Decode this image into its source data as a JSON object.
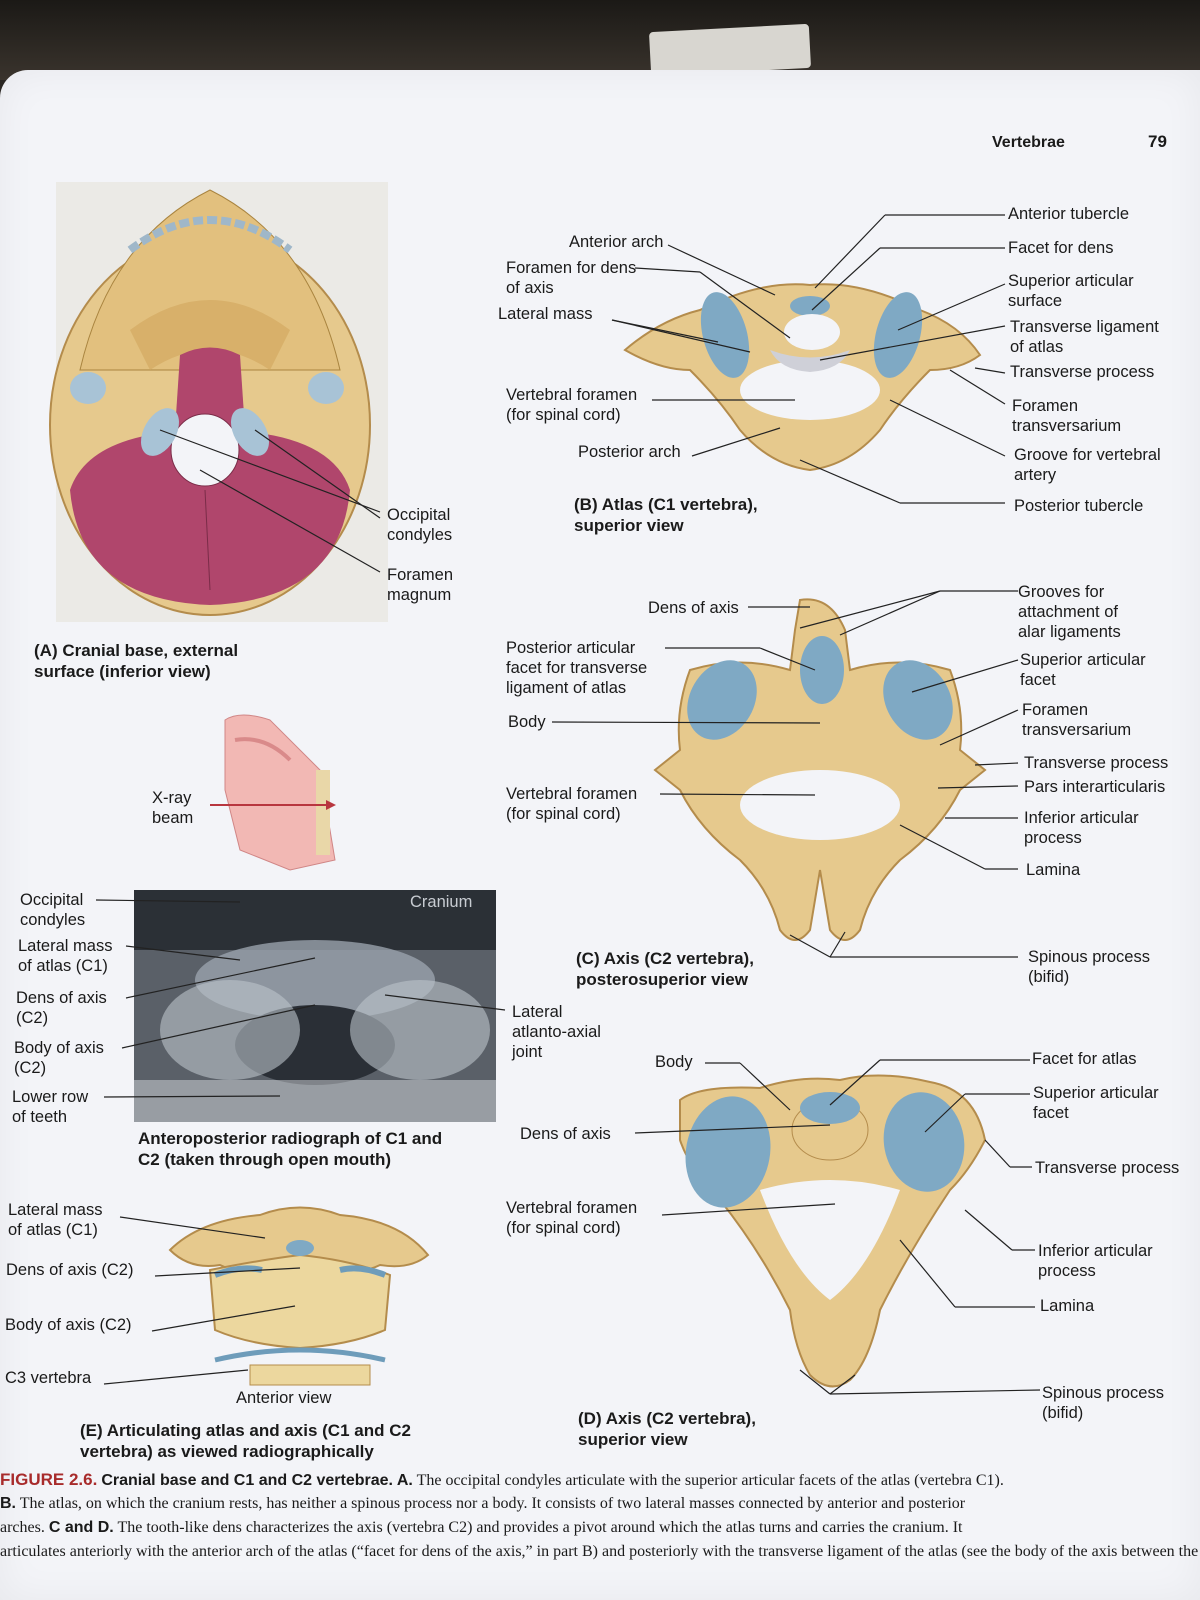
{
  "header": {
    "section": "Vertebrae",
    "page_number": "79"
  },
  "figure_a": {
    "caption": "(A) Cranial base, external\n    surface (inferior view)",
    "labels": {
      "occipital_condyles": "Occipital\ncondyles",
      "foramen_magnum": "Foramen\nmagnum"
    }
  },
  "xray_inset": {
    "beam_label": "X-ray\nbeam"
  },
  "radiograph": {
    "caption": "Anteroposterior radiograph of C1 and\nC2 (taken through open mouth)",
    "cranium_label": "Cranium",
    "labels": {
      "occipital_condyles": "Occipital\ncondyles",
      "lateral_mass": "Lateral mass\nof atlas (C1)",
      "dens": "Dens of axis\n(C2)",
      "body": "Body of axis\n(C2)",
      "lower_row": "Lower row\nof teeth",
      "lateral_joint": "Lateral\natlanto-axial\njoint"
    }
  },
  "figure_b": {
    "caption": "(B) Atlas (C1 vertebra),\n    superior view",
    "labels": {
      "anterior_arch": "Anterior arch",
      "foramen_for_dens": "Foramen for dens\nof axis",
      "lateral_mass": "Lateral mass",
      "vertebral_foramen": "Vertebral foramen\n(for spinal cord)",
      "posterior_arch": "Posterior arch",
      "anterior_tubercle": "Anterior tubercle",
      "facet_for_dens": "Facet for dens",
      "superior_articular_surface": "Superior articular\nsurface",
      "transverse_ligament": "Transverse ligament\nof atlas",
      "transverse_process": "Transverse process",
      "foramen_transversarium": "Foramen\ntransversarium",
      "groove": "Groove for vertebral\nartery",
      "posterior_tubercle": "Posterior tubercle"
    }
  },
  "figure_c": {
    "caption": "(C) Axis (C2 vertebra),\n    posterosuperior view",
    "labels": {
      "dens": "Dens of axis",
      "posterior_facet": "Posterior articular\nfacet for transverse\nligament of atlas",
      "body": "Body",
      "vertebral_foramen": "Vertebral foramen\n(for spinal cord)",
      "grooves": "Grooves for\nattachment of\nalar ligaments",
      "superior_facet": "Superior articular\nfacet",
      "foramen_transversarium": "Foramen\ntransversarium",
      "transverse_process": "Transverse process",
      "pars": "Pars interarticularis",
      "inferior_process": "Inferior articular\nprocess",
      "lamina": "Lamina",
      "spinous": "Spinous process\n(bifid)"
    }
  },
  "figure_d": {
    "caption": "(D) Axis (C2 vertebra),\n    superior view",
    "labels": {
      "body": "Body",
      "dens": "Dens of axis",
      "vertebral_foramen": "Vertebral foramen\n(for spinal cord)",
      "facet_for_atlas": "Facet for atlas",
      "superior_facet": "Superior articular\nfacet",
      "transverse_process": "Transverse process",
      "inferior_process": "Inferior articular\nprocess",
      "lamina": "Lamina",
      "spinous": "Spinous process\n(bifid)"
    }
  },
  "figure_e": {
    "caption": "(E) Articulating atlas and axis (C1 and C2\n    vertebra) as viewed radiographically",
    "view": "Anterior view",
    "labels": {
      "lateral_mass": "Lateral mass\nof atlas (C1)",
      "dens": "Dens of axis (C2)",
      "body": "Body of axis (C2)",
      "c3": "C3 vertebra"
    }
  },
  "figure_text": {
    "id": "FIGURE 2.6.",
    "title": "Cranial base and C1 and C2 vertebrae. A.",
    "line1": "The occipital condyles articulate with the superior articular facets of the atlas (vertebra C1).",
    "line2_b": "B.",
    "line2": "The atlas, on which the cranium rests, has neither a spinous process nor a body. It consists of two lateral masses connected by anterior and posterior",
    "line3_a": "arches.",
    "line3_b": "C and D.",
    "line3": "The tooth-like dens characterizes the axis (vertebra C2) and provides a pivot around which the atlas turns and carries the cranium. It",
    "line4": "articulates anteriorly with the anterior arch of the atlas (“facet for dens of the axis,” in part B) and posteriorly with the transverse ligament of the atlas (see the body of the axis between the lateral masses of the"
  },
  "colors": {
    "bone": "#e6c98d",
    "bone_dark": "#c9a463",
    "facet": "#7fa9c4",
    "occipital": "#b0466c",
    "arrow": "#b8363f"
  }
}
